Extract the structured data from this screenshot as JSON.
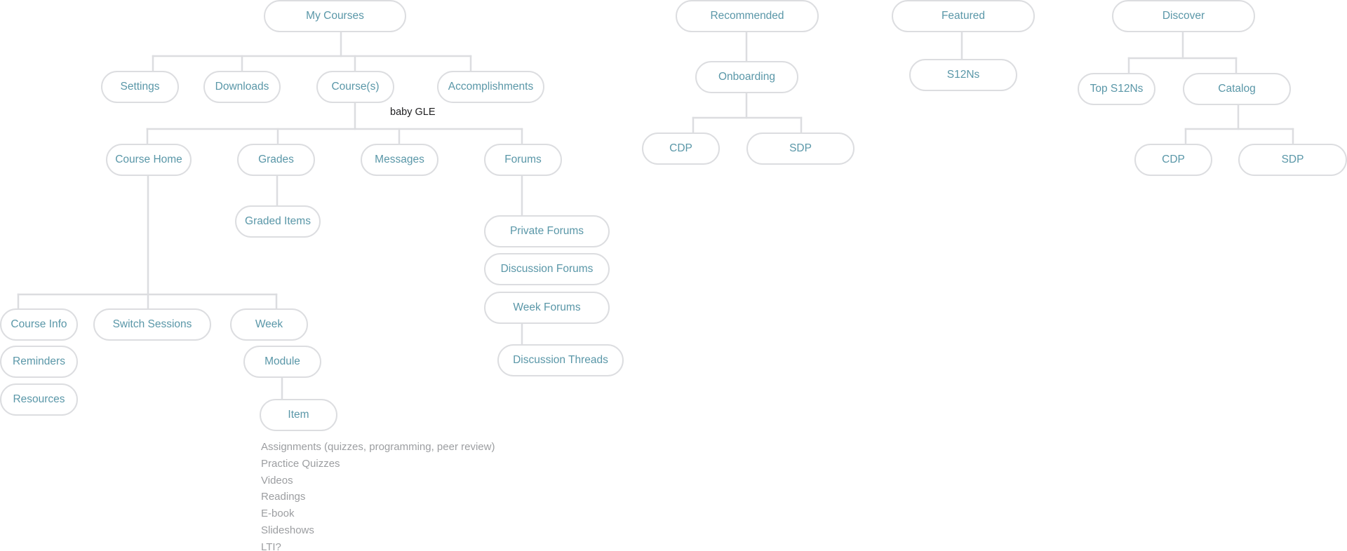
{
  "nodes": {
    "my_courses": "My Courses",
    "settings": "Settings",
    "downloads": "Downloads",
    "courses": "Course(s)",
    "accomplishments": "Accomplishments",
    "course_home": "Course Home",
    "grades": "Grades",
    "messages": "Messages",
    "forums": "Forums",
    "graded_items": "Graded Items",
    "course_info": "Course Info",
    "reminders": "Reminders",
    "resources": "Resources",
    "switch_sessions": "Switch Sessions",
    "week": "Week",
    "module": "Module",
    "item": "Item",
    "private_forums": "Private Forums",
    "discussion_forums": "Discussion Forums",
    "week_forums": "Week Forums",
    "discussion_threads": "Discussion Threads",
    "recommended": "Recommended",
    "onboarding": "Onboarding",
    "rec_cdp": "CDP",
    "rec_sdp": "SDP",
    "featured": "Featured",
    "s12ns": "S12Ns",
    "discover": "Discover",
    "top_s12ns": "Top S12Ns",
    "catalog": "Catalog",
    "cat_cdp": "CDP",
    "cat_sdp": "SDP"
  },
  "annotation": "baby GLE",
  "item_types": [
    "Assignments (quizzes, programming, peer review)",
    "Practice Quizzes",
    "Videos",
    "Readings",
    "E-book",
    "Slideshows",
    "LTI?"
  ],
  "colors": {
    "node_text": "#5a97a8",
    "node_border": "#dcdde0",
    "connector": "#dcdde0",
    "list_text": "#9c9ea1",
    "annotation_text": "#1d1d1f"
  }
}
